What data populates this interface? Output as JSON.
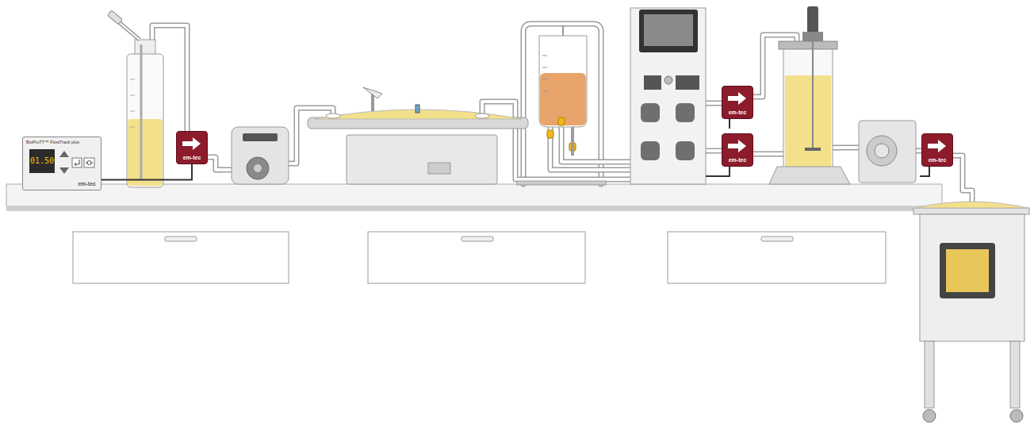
{
  "diagram": {
    "nodes": [
      {
        "text": [
          "BioProTT™ FlowTrack plus",
          "01.50",
          "em-tec"
        ]
      },
      {
        "text": [
          "em-tec"
        ]
      },
      {
        "text": [
          "em-tec"
        ]
      },
      {
        "text": [
          "em-tec"
        ]
      },
      {
        "text": [
          "em-tec"
        ]
      }
    ],
    "edges": [
      {
        "from": 0,
        "to": 1,
        "arrow": "none"
      }
    ]
  }
}
